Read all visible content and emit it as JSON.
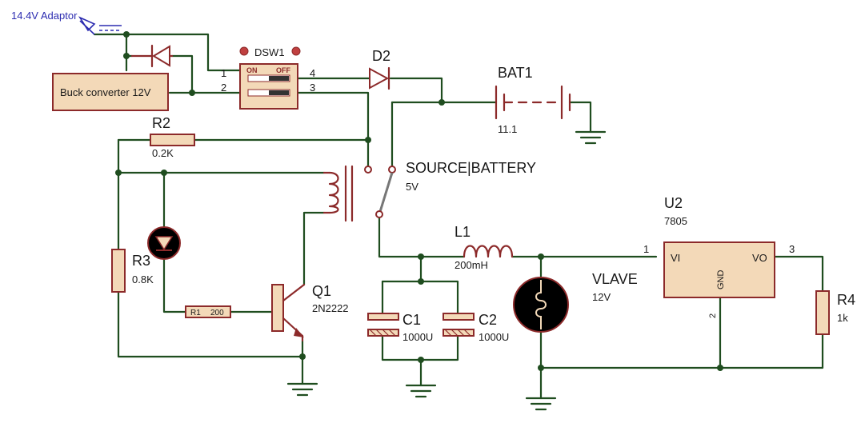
{
  "adaptor": {
    "label": "14.4V Adaptor"
  },
  "buck": {
    "label": "Buck converter 12V"
  },
  "dsw1": {
    "ref": "DSW1",
    "on": "ON",
    "off": "OFF",
    "pin1": "1",
    "pin2": "2",
    "pin3": "3",
    "pin4": "4"
  },
  "d2": {
    "ref": "D2"
  },
  "bat1": {
    "ref": "BAT1",
    "value": "11.1"
  },
  "r2": {
    "ref": "R2",
    "value": "0.2K"
  },
  "relay": {
    "ref": "SOURCE|BATTERY",
    "value": "5V"
  },
  "r3": {
    "ref": "R3",
    "value": "0.8K"
  },
  "r1": {
    "ref": "R1",
    "value": "200"
  },
  "q1": {
    "ref": "Q1",
    "value": "2N2222"
  },
  "l1": {
    "ref": "L1",
    "value": "200mH"
  },
  "c1": {
    "ref": "C1",
    "value": "1000U"
  },
  "c2": {
    "ref": "C2",
    "value": "1000U"
  },
  "lamp": {
    "ref": "VLAVE",
    "value": "12V"
  },
  "u2": {
    "ref": "U2",
    "value": "7805",
    "vi": "VI",
    "vo": "VO",
    "gnd": "GND",
    "pin1": "1",
    "pin2": "2",
    "pin3": "3"
  },
  "r4": {
    "ref": "R4",
    "value": "1k"
  },
  "colors": {
    "wire": "#1f4d1f",
    "component": "#8c2a2a",
    "fill": "#f3d9b8"
  }
}
